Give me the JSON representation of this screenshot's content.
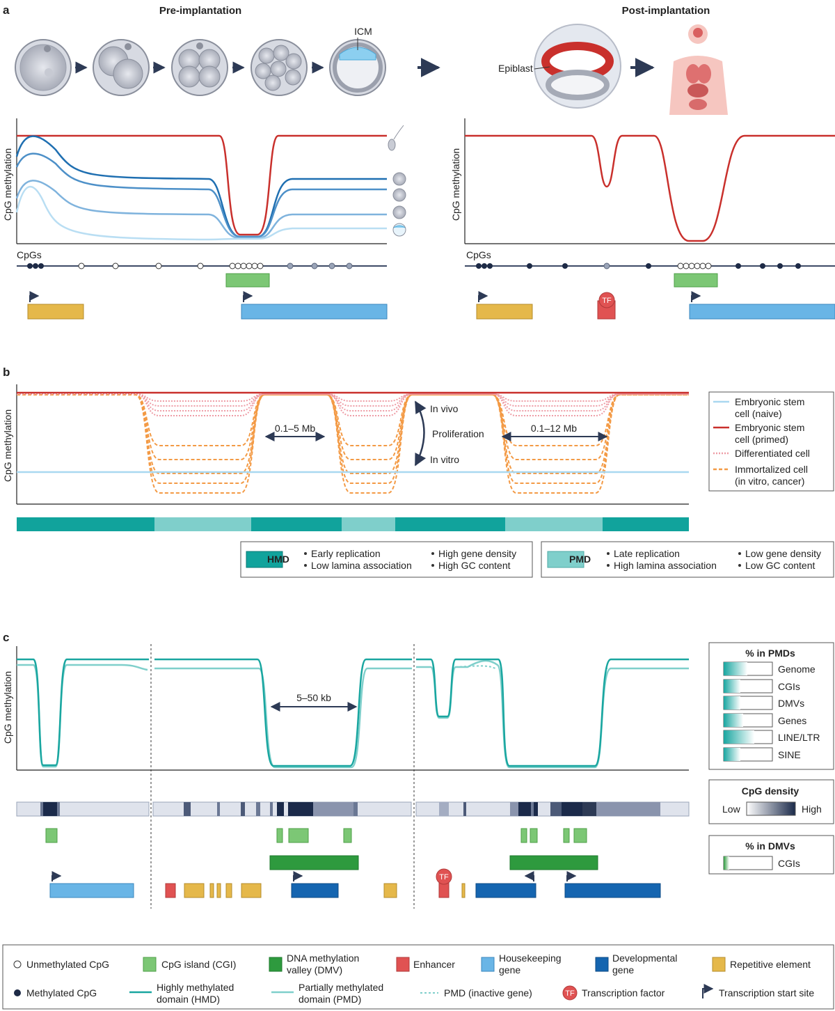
{
  "panel_a": {
    "letter": "a",
    "pre_title": "Pre-implantation",
    "post_title": "Post-implantation",
    "icm_label": "ICM",
    "epiblast_label": "Epiblast",
    "ylabel": "CpG methylation",
    "cpgs_label": "CpGs",
    "tf_label": "TF"
  },
  "panel_b": {
    "letter": "b",
    "ylabel": "CpG methylation",
    "range1": "0.1–5 Mb",
    "range2": "0.1–12 Mb",
    "in_vivo": "In vivo",
    "proliferation": "Proliferation",
    "in_vitro": "In vitro",
    "legend": [
      "Embryonic stem",
      "cell (naive)",
      "Embryonic stem",
      "cell (primed)",
      "Differentiated cell",
      "Immortalized cell",
      "(in vitro, cancer)"
    ],
    "hmd_box": {
      "label": "HMD",
      "items": [
        "Early replication",
        "Low lamina association",
        "High gene density",
        "High GC content"
      ]
    },
    "pmd_box": {
      "label": "PMD",
      "items": [
        "Late replication",
        "High lamina association",
        "Low gene density",
        "Low GC content"
      ]
    }
  },
  "panel_c": {
    "letter": "c",
    "ylabel": "CpG methylation",
    "range": "5–50 kb",
    "pmd_legend_title": "% in PMDs",
    "pmd_legend_items": [
      "Genome",
      "CGIs",
      "DMVs",
      "Genes",
      "LINE/LTR",
      "SINE"
    ],
    "density_title": "CpG density",
    "density_low": "Low",
    "density_high": "High",
    "dmv_title": "% in DMVs",
    "dmv_item": "CGIs",
    "tf_label": "TF"
  },
  "bottom_legend": {
    "unmethylated": "Unmethylated CpG",
    "methylated": "Methylated CpG",
    "cgi": "CpG island (CGI)",
    "hmd_1": "Highly methylated",
    "hmd_2": "domain (HMD)",
    "dmv_1": "DNA methylation",
    "dmv_2": "valley (DMV)",
    "pmd_1": "Partially methylated",
    "pmd_2": "domain (PMD)",
    "enhancer": "Enhancer",
    "pmd_inactive": "PMD (inactive gene)",
    "housekeeping_1": "Housekeeping",
    "housekeeping_2": "gene",
    "tf_label": "TF",
    "tf": "Transcription factor",
    "developmental_1": "Developmental",
    "developmental_2": "gene",
    "repetitive": "Repetitive element",
    "tss": "Transcription start site"
  },
  "colors": {
    "red": "#c9302c",
    "teal": "#19a6a0",
    "teal_light": "#7fcfcb",
    "orange": "#f39a45",
    "pink": "#ee9da6",
    "light_blue": "#a9d8f0",
    "navy": "#2d3a55",
    "cgi_green": "#7cc775",
    "dmv_green": "#2e9a3e",
    "dev_blue": "#1565b0",
    "hk_blue": "#69b5e6",
    "gold": "#e5b84a",
    "enhancer_red": "#e05252"
  }
}
